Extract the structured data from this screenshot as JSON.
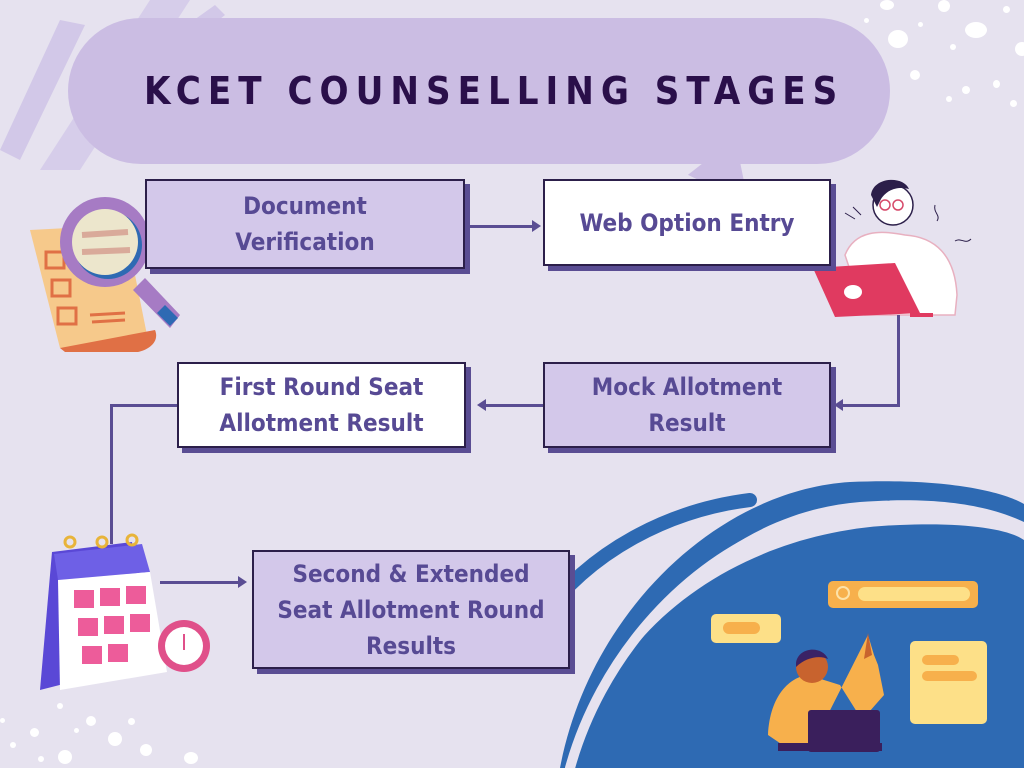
{
  "title": "KCET COUNSELLING STAGES",
  "stages": [
    {
      "id": 1,
      "label": "Document Verification",
      "lines": [
        "Document",
        "Verification"
      ],
      "style": "purple"
    },
    {
      "id": 2,
      "label": "Web Option Entry",
      "lines": [
        "Web Option Entry"
      ],
      "style": "white"
    },
    {
      "id": 3,
      "label": "Mock Allotment Result",
      "lines": [
        "Mock Allotment",
        "Result"
      ],
      "style": "purple"
    },
    {
      "id": 4,
      "label": "First Round Seat Allotment Result",
      "lines": [
        "First Round Seat",
        "Allotment Result"
      ],
      "style": "white"
    },
    {
      "id": 5,
      "label": "Second & Extended Seat Allotment Round Results",
      "lines": [
        "Second & Extended",
        "Seat Allotment Round",
        "Results"
      ],
      "style": "purple"
    }
  ],
  "flow": [
    "1->2",
    "2->3",
    "3->4",
    "4->5"
  ],
  "illustrations": {
    "top_left": "document-magnifier-icon",
    "top_right": "person-with-laptop-illustration",
    "bottom_left": "calendar-clock-icon",
    "bottom_right": "person-search-interface-illustration"
  },
  "colors": {
    "background": "#e6e2ef",
    "title_bubble": "#cbbde3",
    "title_text": "#2a0f4a",
    "box_purple": "#d3c8ea",
    "box_text": "#574a94",
    "connector": "#5a4d93",
    "globe_blue": "#2e6ab3"
  }
}
